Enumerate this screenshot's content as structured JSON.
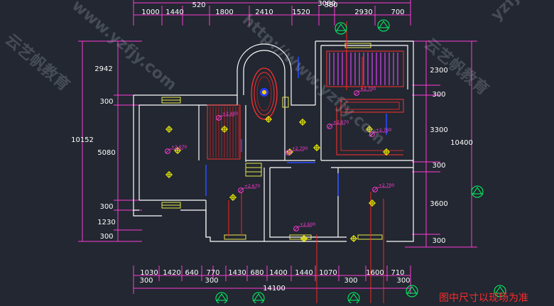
{
  "top_dims_row1": [
    "520",
    "3080"
  ],
  "top_dims_row2": [
    "1000",
    "1440",
    "1800",
    "2410",
    "1520",
    "380",
    "2930",
    "700"
  ],
  "left_dims": [
    "2942",
    "300",
    "5080",
    "300",
    "1230",
    "300"
  ],
  "left_total": "10152",
  "right_dims": [
    "2300",
    "300",
    "3300",
    "300",
    "3600",
    "300"
  ],
  "right_total": "10400",
  "bottom_dims_row1": [
    "1030",
    "1420",
    "640",
    "770",
    "1430",
    "680",
    "1400",
    "1440",
    "1070",
    "1600",
    "710"
  ],
  "bottom_dims_row2": [
    "300",
    "300",
    "300",
    "300"
  ],
  "bottom_total": "14100",
  "level_marks": [
    "+2.400",
    "+2.670",
    "+2.700",
    "+2.670",
    "+2.600",
    "+2.670",
    "+2.760",
    "+2.700",
    "+2.700"
  ],
  "watermarks": [
    "www.yzfjy.com",
    "云艺帆教育",
    "http://www.yzfjy.com",
    "云艺帆教育",
    "yzfjy.com"
  ],
  "note": "图中尺寸以现场为准",
  "colors": {
    "background": "#222731",
    "dimension": "#ff3bd5",
    "wall": "#ffffff",
    "fixture": "#ffff00",
    "symbol": "#00ff66",
    "ceiling": "#ff2a2a"
  }
}
